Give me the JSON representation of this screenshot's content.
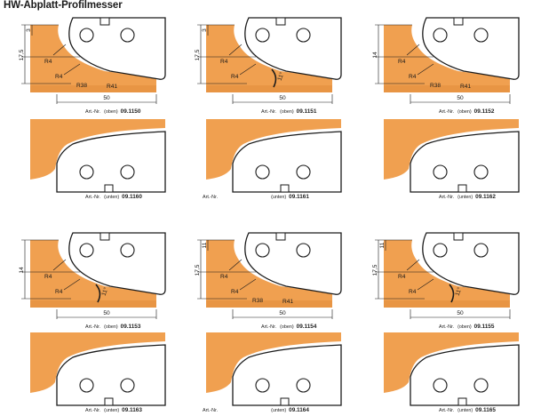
{
  "title": "HW-Abplatt-Profilmesser",
  "colors": {
    "wood": "#f0a050",
    "wood_dark": "#d9822e",
    "ink": "#1a1a1a",
    "knife": "#ffffff",
    "angle": "#1a1a1a"
  },
  "art_label": "Art.-Nr.",
  "rows": [
    {
      "kind": "oben",
      "items": [
        {
          "pos": "(oben)",
          "number": "09.1150",
          "dims": {
            "h1": "17,5",
            "h2": "3",
            "r1": "R4",
            "r2": "R4",
            "r3": "R38",
            "r4": "R41",
            "ang": "",
            "width": "50"
          }
        },
        {
          "pos": "(oben)",
          "number": "09.1151",
          "dims": {
            "h1": "17,5",
            "h2": "3",
            "r1": "R4",
            "r2": "R4",
            "r3": "",
            "r4": "",
            "ang": "11°",
            "width": "50"
          }
        },
        {
          "pos": "(oben)",
          "number": "09.1152",
          "dims": {
            "h1": "14",
            "h2": "",
            "r1": "R4",
            "r2": "R4",
            "r3": "R38",
            "r4": "R41",
            "ang": "",
            "width": "50"
          }
        }
      ]
    },
    {
      "kind": "unten",
      "items": [
        {
          "pos": "(unten)",
          "number": "09.1160"
        },
        {
          "pos": "(unten)",
          "number": "09.1161"
        },
        {
          "pos": "(unten)",
          "number": "09.1162"
        }
      ]
    },
    {
      "kind": "oben",
      "items": [
        {
          "pos": "(oben)",
          "number": "09.1153",
          "dims": {
            "h1": "14",
            "h2": "",
            "r1": "R4",
            "r2": "R4",
            "r3": "",
            "r4": "",
            "ang": "11°",
            "width": "50"
          }
        },
        {
          "pos": "(oben)",
          "number": "09.1154",
          "dims": {
            "h1": "17,5",
            "h2": "11",
            "r1": "R4",
            "r2": "R4",
            "r3": "R38",
            "r4": "R41",
            "ang": "",
            "width": "50"
          }
        },
        {
          "pos": "(oben)",
          "number": "09.1155",
          "dims": {
            "h1": "17,5",
            "h2": "11",
            "r1": "R4",
            "r2": "R4",
            "r3": "",
            "r4": "",
            "ang": "11°",
            "width": "50"
          }
        }
      ]
    },
    {
      "kind": "unten",
      "items": [
        {
          "pos": "(unten)",
          "number": "09.1163"
        },
        {
          "pos": "(unten)",
          "number": "09.1164"
        },
        {
          "pos": "(unten)",
          "number": "09.1165"
        }
      ]
    }
  ]
}
